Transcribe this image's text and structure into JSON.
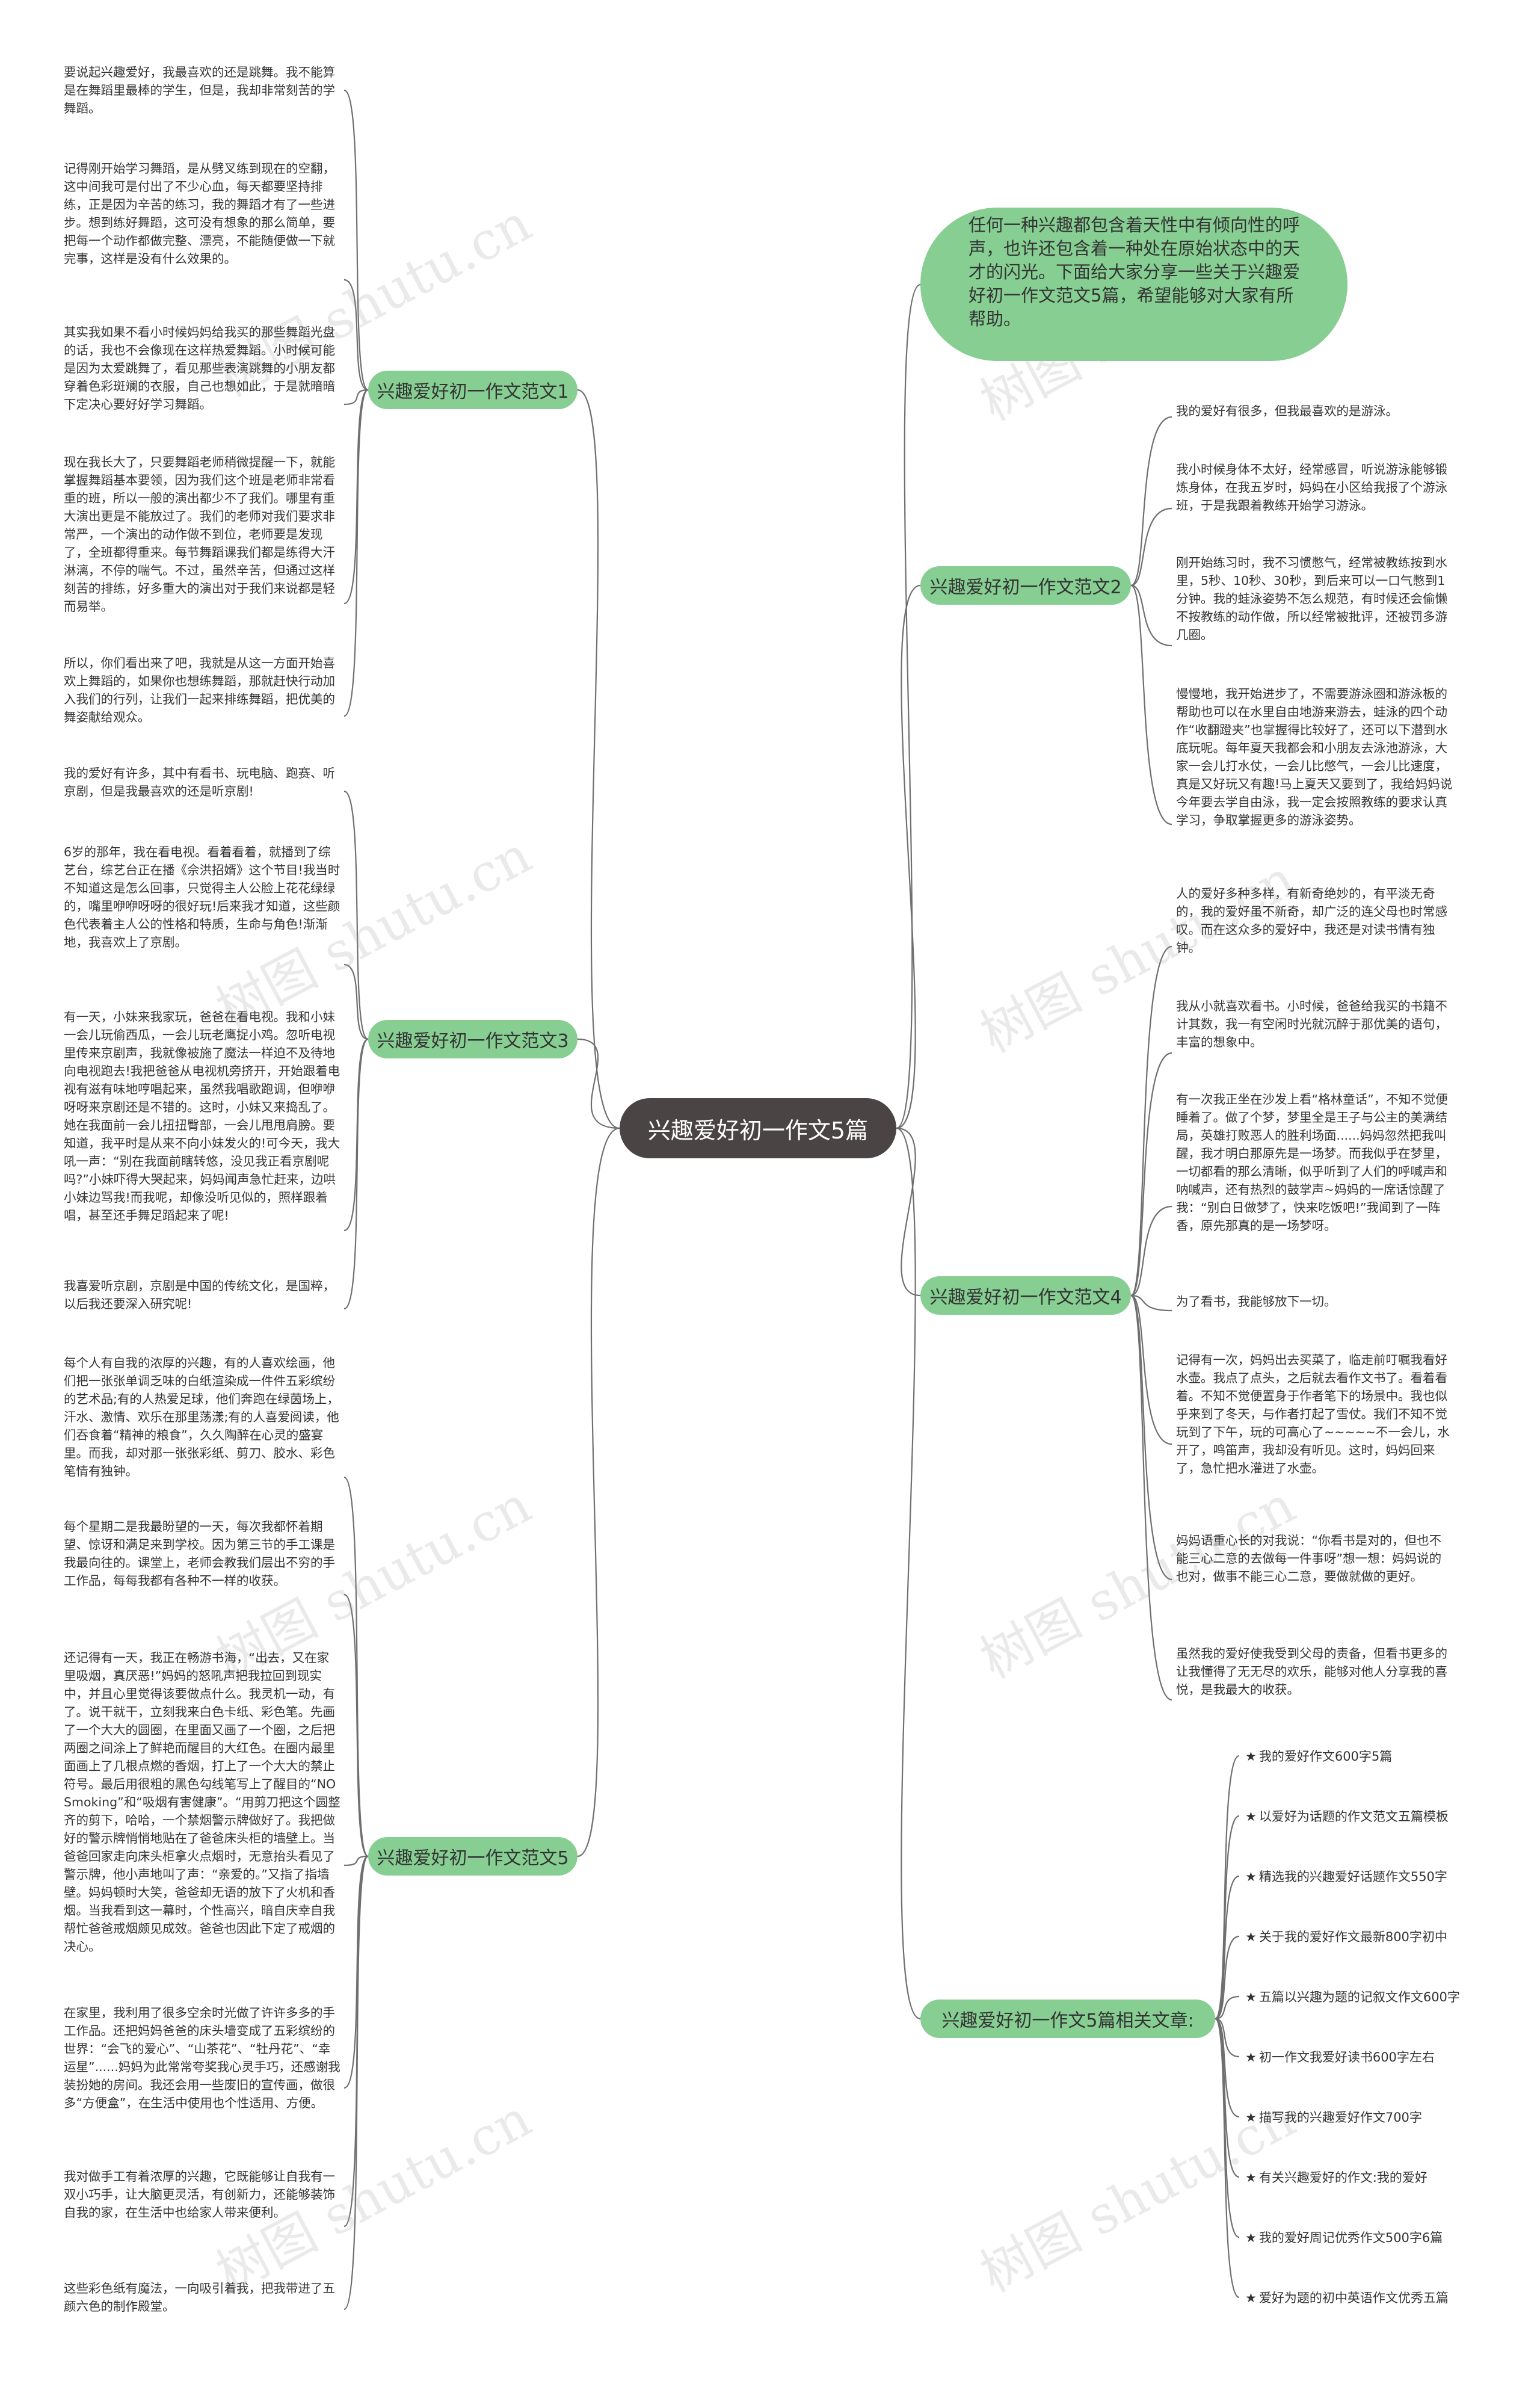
{
  "root": {
    "title": "兴趣爱好初一作文5篇"
  },
  "intro": {
    "text": "任何一种兴趣都包含着天性中有倾向性的呼声，也许还包含着一种处在原始状态中的天才的闪光。下面给大家分享一些关于兴趣爱好初一作文范文5篇，希望能够对大家有所帮助。"
  },
  "branches": [
    {
      "label": "兴趣爱好初一作文范文1",
      "paragraphs": [
        "要说起兴趣爱好，我最喜欢的还是跳舞。我不能算是在舞蹈里最棒的学生，但是，我却非常刻苦的学舞蹈。",
        "记得刚开始学习舞蹈，是从劈叉练到现在的空翻，这中间我可是付出了不少心血，每天都要坚持排练，正是因为辛苦的练习，我的舞蹈才有了一些进步。想到练好舞蹈，这可没有想象的那么简单，要把每一个动作都做完整、漂亮，不能随便做一下就完事，这样是没有什么效果的。",
        "其实我如果不看小时候妈妈给我买的那些舞蹈光盘的话，我也不会像现在这样热爱舞蹈。小时候可能是因为太爱跳舞了，看见那些表演跳舞的小朋友都穿着色彩斑斓的衣服，自己也想如此，于是就暗暗下定决心要好好学习舞蹈。",
        "现在我长大了，只要舞蹈老师稍微提醒一下，就能掌握舞蹈基本要领，因为我们这个班是老师非常看重的班，所以一般的演出都少不了我们。哪里有重大演出更是不能放过了。我们的老师对我们要求非常严，一个演出的动作做不到位，老师要是发现了，全班都得重来。每节舞蹈课我们都是练得大汗淋漓，不停的喘气。不过，虽然辛苦，但通过这样刻苦的排练，好多重大的演出对于我们来说都是轻而易举。",
        "所以，你们看出来了吧，我就是从这一方面开始喜欢上舞蹈的，如果你也想练舞蹈，那就赶快行动加入我们的行列，让我们一起来排练舞蹈，把优美的舞姿献给观众。"
      ]
    },
    {
      "label": "兴趣爱好初一作文范文2",
      "paragraphs": [
        "我的爱好有很多，但我最喜欢的是游泳。",
        "我小时候身体不太好，经常感冒，听说游泳能够锻炼身体，在我五岁时，妈妈在小区给我报了个游泳班，于是我跟着教练开始学习游泳。",
        "刚开始练习时，我不习惯憋气，经常被教练按到水里，5秒、10秒、30秒，到后来可以一口气憋到1分钟。我的蛙泳姿势不怎么规范，有时候还会偷懒不按教练的动作做，所以经常被批评，还被罚多游几圈。",
        "慢慢地，我开始进步了，不需要游泳圈和游泳板的帮助也可以在水里自由地游来游去，蛙泳的四个动作“收翻蹬夹”也掌握得比较好了，还可以下潜到水底玩呢。每年夏天我都会和小朋友去泳池游泳，大家一会儿打水仗，一会儿比憋气，一会儿比速度，真是又好玩又有趣!马上夏天又要到了，我给妈妈说今年要去学自由泳，我一定会按照教练的要求认真学习，争取掌握更多的游泳姿势。"
      ]
    },
    {
      "label": "兴趣爱好初一作文范文3",
      "paragraphs": [
        "我的爱好有许多，其中有看书、玩电脑、跑赛、听京剧，但是我最喜欢的还是听京剧!",
        "6岁的那年，我在看电视。看着看着，就播到了综艺台，综艺台正在播《佘洪招婿》这个节目!我当时不知道这是怎么回事，只觉得主人公脸上花花绿绿的，嘴里咿咿呀呀的很好玩!后来我才知道，这些颜色代表着主人公的性格和特质，生命与角色!渐渐地，我喜欢上了京剧。",
        "有一天，小妹来我家玩，爸爸在看电视。我和小妹一会儿玩偷西瓜，一会儿玩老鹰捉小鸡。忽听电视里传来京剧声，我就像被施了魔法一样迫不及待地向电视跑去!我把爸爸从电视机旁挤开，开始跟着电视有滋有味地哼唱起来，虽然我唱歌跑调，但咿咿呀呀来京剧还是不错的。这时，小妹又来捣乱了。她在我面前一会儿扭扭臀部，一会儿甩甩肩膀。要知道，我平时是从来不向小妹发火的!可今天，我大吼一声：“别在我面前瞎转悠，没见我正看京剧呢吗?”小妹吓得大哭起来，妈妈闻声急忙赶来，边哄小妹边骂我!而我呢，却像没听见似的，照样跟着唱，甚至还手舞足蹈起来了呢!",
        "我喜爱听京剧，京剧是中国的传统文化，是国粹，以后我还要深入研究呢!"
      ]
    },
    {
      "label": "兴趣爱好初一作文范文4",
      "paragraphs": [
        "人的爱好多种多样，有新奇绝妙的，有平淡无奇的，我的爱好虽不新奇，却广泛的连父母也时常感叹。而在这众多的爱好中，我还是对读书情有独钟。",
        "我从小就喜欢看书。小时候，爸爸给我买的书籍不计其数，我一有空闲时光就沉醉于那优美的语句，丰富的想象中。",
        "有一次我正坐在沙发上看“格林童话”，不知不觉便睡着了。做了个梦，梦里全是王子与公主的美满结局，英雄打败恶人的胜利场面......妈妈忽然把我叫醒，我才明白那原先是一场梦。而我似乎在梦里，一切都看的那么清晰，似乎听到了人们的呼喊声和呐喊声，还有热烈的鼓掌声~妈妈的一席话惊醒了我：“别白日做梦了，快来吃饭吧!”我闻到了一阵香，原先那真的是一场梦呀。",
        "为了看书，我能够放下一切。",
        "记得有一次，妈妈出去买菜了，临走前叮嘱我看好水壶。我点了点头，之后就去看作文书了。看着看着。不知不觉便置身于作者笔下的场景中。我也似乎来到了冬天，与作者打起了雪仗。我们不知不觉玩到了下午，玩的可高心了~~~~~不一会儿，水开了，鸣笛声，我却没有听见。这时，妈妈回来了，急忙把水灌进了水壶。",
        "妈妈语重心长的对我说：“你看书是对的，但也不能三心二意的去做每一件事呀”想一想：妈妈说的也对，做事不能三心二意，要做就做的更好。",
        "虽然我的爱好使我受到父母的责备，但看书更多的让我懂得了无无尽的欢乐，能够对他人分享我的喜悦，是我最大的收获。"
      ]
    },
    {
      "label": "兴趣爱好初一作文范文5",
      "paragraphs": [
        "每个人有自我的浓厚的兴趣，有的人喜欢绘画，他们把一张张单调乏味的白纸渲染成一件件五彩缤纷的艺术品;有的人热爱足球，他们奔跑在绿茵场上，汗水、激情、欢乐在那里荡漾;有的人喜爱阅读，他们吞食着“精神的粮食”，久久陶醉在心灵的盛宴里。而我，却对那一张张彩纸、剪刀、胶水、彩色笔情有独钟。",
        "每个星期二是我最盼望的一天，每次我都怀着期望、惊讶和满足来到学校。因为第三节的手工课是我最向往的。课堂上，老师会教我们层出不穷的手工作品，每每我都有各种不一样的收获。",
        "还记得有一天，我正在畅游书海，“出去，又在家里吸烟，真厌恶!”妈妈的怒吼声把我拉回到现实中，并且心里觉得该要做点什么。我灵机一动，有了。说干就干，立刻我来白色卡纸、彩色笔。先画了一个大大的圆圈，在里面又画了一个圈，之后把两圈之间涂上了鲜艳而醒目的大红色。在圈内最里面画上了几根点燃的香烟，打上了一个大大的禁止符号。最后用很粗的黑色勾线笔写上了醒目的“NOSmoking”和“吸烟有害健康”。“用剪刀把这个圆整齐的剪下，哈哈，一个禁烟警示牌做好了。我把做好的警示牌悄悄地贴在了爸爸床头柜的墙壁上。当爸爸回家走向床头柜拿火点烟时，无意抬头看见了警示牌，他小声地叫了声：“亲爱的。”又指了指墙壁。妈妈顿时大笑，爸爸却无语的放下了火机和香烟。当我看到这一幕时，个性高兴，暗自庆幸自我帮忙爸爸戒烟颇见成效。爸爸也因此下定了戒烟的决心。",
        "在家里，我利用了很多空余时光做了许许多多的手工作品。还把妈妈爸爸的床头墙变成了五彩缤纷的世界：“会飞的爱心”、“山茶花”、“牡丹花”、“幸运星”......妈妈为此常常夸奖我心灵手巧，还感谢我装扮她的房间。我还会用一些废旧的宣传画，做很多“方便盒”，在生活中使用也个性适用、方便。",
        "我对做手工有着浓厚的兴趣，它既能够让自我有一双小巧手，让大脑更灵活，有创新力，还能够装饰自我的家，在生活中也给家人带来便利。",
        "这些彩色纸有魔法，一向吸引着我，把我带进了五颜六色的制作殿堂。"
      ]
    },
    {
      "label": "兴趣爱好初一作文5篇相关文章:",
      "items": [
        "我的爱好作文600字5篇",
        "以爱好为话题的作文范文五篇模板",
        "精选我的兴趣爱好话题作文550字",
        "关于我的爱好作文最新800字初中",
        "五篇以兴趣为题的记叙文作文600字",
        "初一作文我爱好读书600字左右",
        "描写我的兴趣爱好作文700字",
        "有关兴趣爱好的作文:我的爱好",
        "我的爱好周记优秀作文500字6篇",
        "爱好为题的初中英语作文优秀五篇"
      ]
    }
  ],
  "watermark": "树图 shutu.cn",
  "colors": {
    "root": "#4a4444",
    "branch": "#86ce92",
    "line": "#6f6f6f"
  }
}
